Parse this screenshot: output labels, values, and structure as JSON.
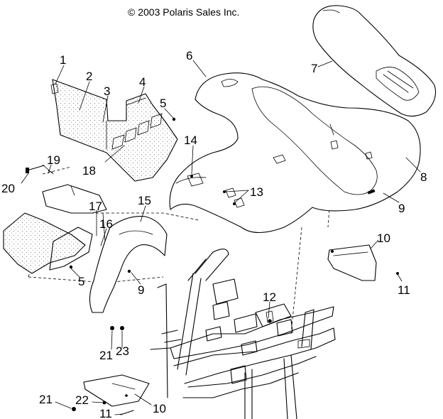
{
  "copyright": "© 2003 Polaris Sales Inc.",
  "callouts": [
    {
      "id": "c1",
      "text": "1"
    },
    {
      "id": "c2",
      "text": "2"
    },
    {
      "id": "c3",
      "text": "3"
    },
    {
      "id": "c4",
      "text": "4"
    },
    {
      "id": "c5a",
      "text": "5"
    },
    {
      "id": "c6",
      "text": "6"
    },
    {
      "id": "c7",
      "text": "7"
    },
    {
      "id": "c8",
      "text": "8"
    },
    {
      "id": "c9a",
      "text": "9"
    },
    {
      "id": "c10a",
      "text": "10"
    },
    {
      "id": "c11a",
      "text": "11"
    },
    {
      "id": "c12",
      "text": "12"
    },
    {
      "id": "c13",
      "text": "13"
    },
    {
      "id": "c14",
      "text": "14"
    },
    {
      "id": "c15",
      "text": "15"
    },
    {
      "id": "c16",
      "text": "16"
    },
    {
      "id": "c17",
      "text": "17"
    },
    {
      "id": "c18",
      "text": "18"
    },
    {
      "id": "c19",
      "text": "19"
    },
    {
      "id": "c20",
      "text": "20"
    },
    {
      "id": "c5b",
      "text": "5"
    },
    {
      "id": "c9b",
      "text": "9"
    },
    {
      "id": "c21a",
      "text": "21"
    },
    {
      "id": "c23",
      "text": "23"
    },
    {
      "id": "c21b",
      "text": "21"
    },
    {
      "id": "c22",
      "text": "22"
    },
    {
      "id": "c11b",
      "text": "11"
    },
    {
      "id": "c10b",
      "text": "10"
    }
  ]
}
